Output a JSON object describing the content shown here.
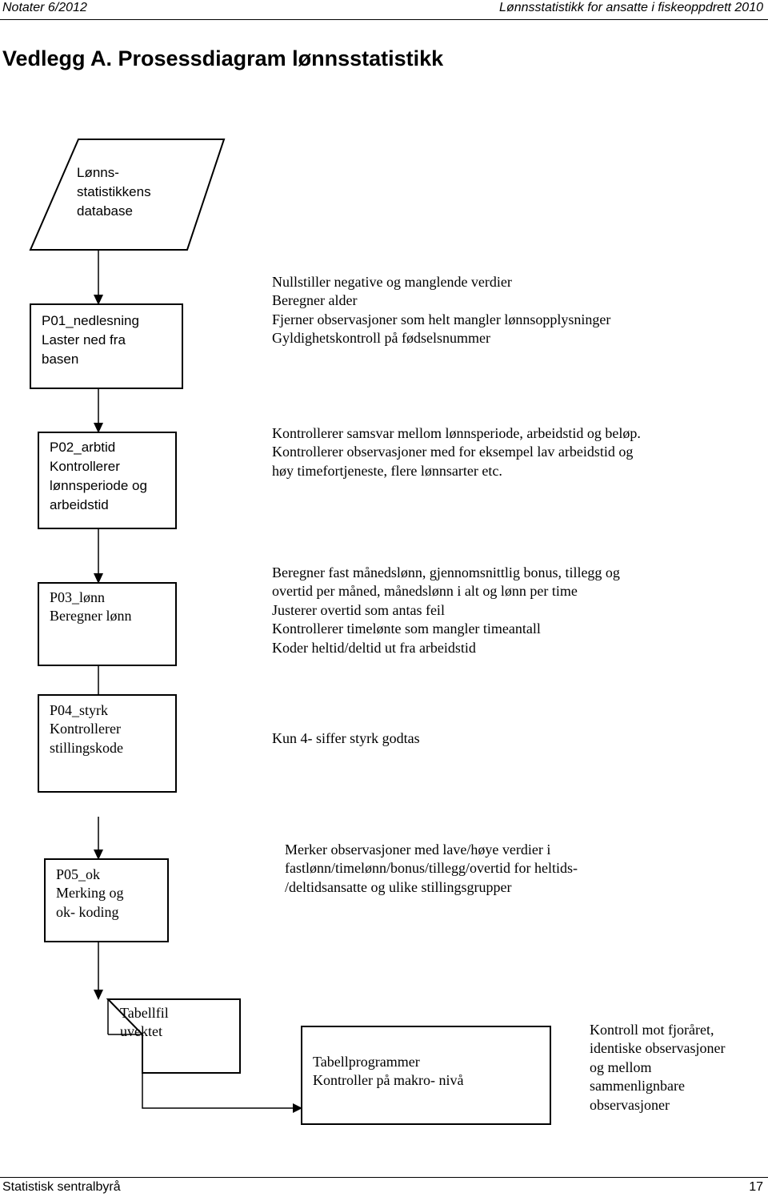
{
  "header": {
    "left": "Notater 6/2012",
    "right": "Lønnsstatistikk for ansatte i fiskeoppdrett 2010"
  },
  "title": "Vedlegg A. Prosessdiagram lønnsstatistikk",
  "nodes": {
    "database": {
      "label": "Lønns-\nstatistikkens\ndatabase"
    },
    "p01": {
      "label": "P01_nedlesning\nLaster ned fra\nbasen",
      "desc": "Nullstiller negative og manglende verdier\nBeregner alder\nFjerner observasjoner som helt mangler lønnsopplysninger\nGyldighetskontroll på fødselsnummer"
    },
    "p02": {
      "label": "P02_arbtid\nKontrollerer\nlønnsperiode og\narbeidstid",
      "desc": "Kontrollerer samsvar mellom lønnsperiode, arbeidstid og beløp.\nKontrollerer observasjoner med for eksempel lav arbeidstid og\nhøy timefortjeneste, flere lønnsarter etc."
    },
    "p03": {
      "label": "P03_lønn\nBeregner lønn",
      "desc": "Beregner fast månedslønn, gjennomsnittlig bonus, tillegg og\novertid per måned, månedslønn i alt og lønn per time\nJusterer overtid som antas feil\nKontrollerer timelønte som mangler timeantall\nKoder heltid/deltid ut fra arbeidstid"
    },
    "p04": {
      "label": "P04_styrk\nKontrollerer\nstillingskode",
      "desc": "Kun 4- siffer styrk godtas"
    },
    "p05": {
      "label": "P05_ok\nMerking og\nok- koding",
      "desc": "Merker observasjoner med lave/høye verdier i\nfastlønn/timelønn/bonus/tillegg/overtid for heltids-\n/deltidsansatte og ulike stillingsgrupper"
    },
    "tabellfil": {
      "label": "Tabellfil\nuvektet"
    },
    "tabellprog": {
      "label": "Tabellprogrammer\nKontroller på makro- nivå",
      "desc": "Kontroll mot fjoråret,\nidentiske observasjoner\nog mellom\nsammenlignbare\nobservasjoner"
    }
  },
  "footer": {
    "left": "Statistisk sentralbyrå",
    "right": "17"
  }
}
